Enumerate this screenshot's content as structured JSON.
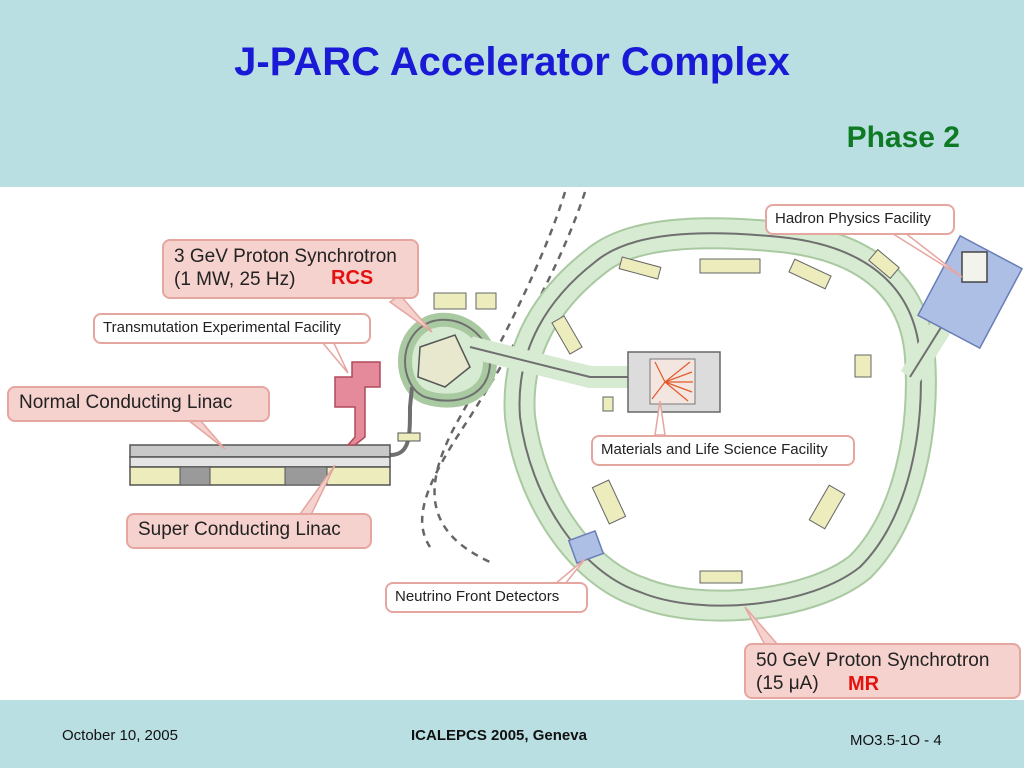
{
  "slide": {
    "title": "J-PARC Accelerator Complex",
    "subtitle": "Phase 2"
  },
  "diagram": {
    "labels": {
      "rcs_line1": "3 GeV Proton Synchrotron",
      "rcs_line2": "(1 MW, 25 Hz)",
      "rcs_tag": "RCS",
      "transmutation": "Transmutation Experimental Facility",
      "normal_linac": "Normal Conducting Linac",
      "super_linac": "Super Conducting Linac",
      "hadron": "Hadron Physics Facility",
      "mlf": "Materials and Life Science Facility",
      "neutrino": "Neutrino Front Detectors",
      "mr_line1": "50 GeV Proton Synchrotron",
      "mr_line2": "(15 μA)",
      "mr_tag": "MR"
    },
    "colors": {
      "ring_fill": "#d7ead2",
      "beamline": "#6f6f6f",
      "callout_pink": "#f6d2ce",
      "callout_border": "#e6a6a0",
      "tag_red": "#e4110f",
      "hadron_blue": "#aebfe6",
      "building_yellow": "#ececbc"
    }
  },
  "footer": {
    "date": "October 10, 2005",
    "event": "ICALEPCS 2005, Geneva",
    "page": "MO3.5-1O - 4"
  }
}
